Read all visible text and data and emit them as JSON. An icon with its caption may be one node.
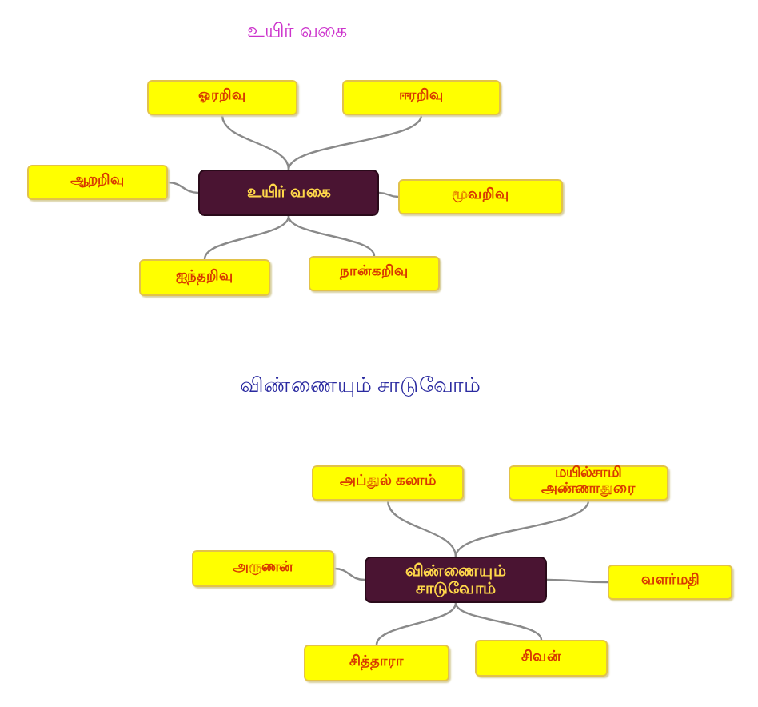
{
  "diagram": {
    "title": "உயிர் வகை",
    "nodes": [
      {
        "text": [
          "உயிர் வகை"
        ]
      },
      {
        "text": [
          "ஓரறிவு"
        ]
      },
      {
        "text": [
          "ஈரறிவு"
        ]
      },
      {
        "text": [
          "ஆறறிவு"
        ]
      },
      {
        "text": [
          "மூவறிவு"
        ]
      },
      {
        "text": [
          "ஐந்தறிவு"
        ]
      },
      {
        "text": [
          "நான்கறிவு"
        ]
      },
      {
        "text": [
          "விண்ணையும் சாடுவோம்"
        ]
      },
      {
        "text": [
          "அப்துல் கலாம்"
        ]
      },
      {
        "text": [
          "மயில்சாமி அண்ணாதுரை"
        ]
      },
      {
        "text": [
          "அருணன்"
        ]
      },
      {
        "text": [
          "வளர்மதி"
        ]
      },
      {
        "text": [
          "சித்தாரா"
        ]
      },
      {
        "text": [
          "சிவன்"
        ]
      }
    ],
    "edges": [
      {
        "from": 0,
        "to": 1,
        "arrow": "none"
      },
      {
        "from": 0,
        "to": 2,
        "arrow": "none"
      },
      {
        "from": 0,
        "to": 3,
        "arrow": "none"
      },
      {
        "from": 0,
        "to": 4,
        "arrow": "none"
      },
      {
        "from": 0,
        "to": 5,
        "arrow": "none"
      },
      {
        "from": 0,
        "to": 6,
        "arrow": "none"
      },
      {
        "from": 7,
        "to": 8,
        "arrow": "none"
      },
      {
        "from": 7,
        "to": 9,
        "arrow": "none"
      },
      {
        "from": 7,
        "to": 10,
        "arrow": "none"
      },
      {
        "from": 7,
        "to": 11,
        "arrow": "none"
      },
      {
        "from": 7,
        "to": 12,
        "arrow": "none"
      },
      {
        "from": 7,
        "to": 13,
        "arrow": "none"
      }
    ],
    "labels": [
      "விண்ணையும் சாடுவோம்"
    ]
  }
}
